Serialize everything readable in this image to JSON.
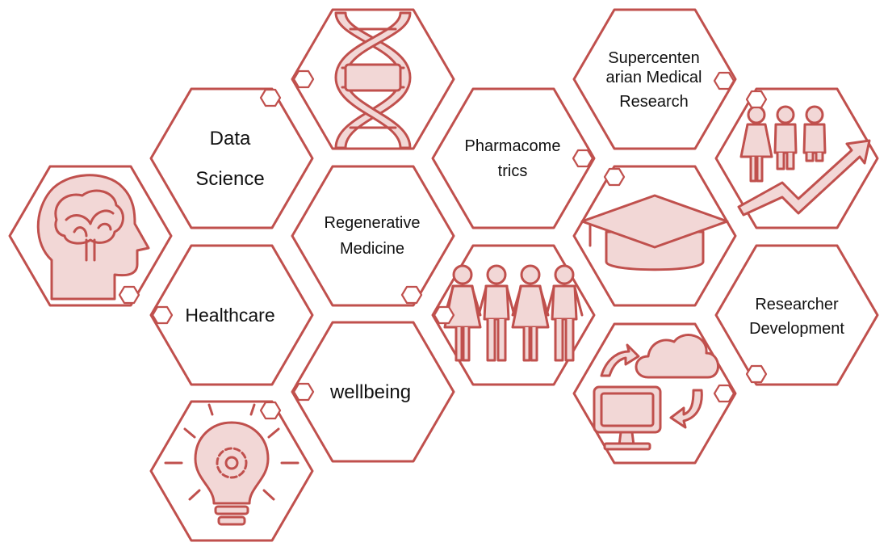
{
  "accent_color": "#c0504d",
  "icon_fill": "#f2d7d6",
  "topics": {
    "data_science_line1": "Data",
    "data_science_line2": "Science",
    "healthcare": "Healthcare",
    "wellbeing": "wellbeing",
    "regenerative_line1": "Regenerative",
    "regenerative_line2": "Medicine",
    "pharmacometrics_line1": "Pharmacome",
    "pharmacometrics_line2": "trics",
    "supercentenarian_line1": "Supercenten",
    "supercentenarian_line2": "arian Medical",
    "supercentenarian_line3": "Research",
    "researcher_line1": "Researcher",
    "researcher_line2": "Development"
  },
  "icons": [
    "brain-head-icon",
    "dna-icon",
    "lightbulb-gear-icon",
    "people-group-icon",
    "graduation-cap-icon",
    "people-growth-icon",
    "cloud-sync-icon"
  ]
}
